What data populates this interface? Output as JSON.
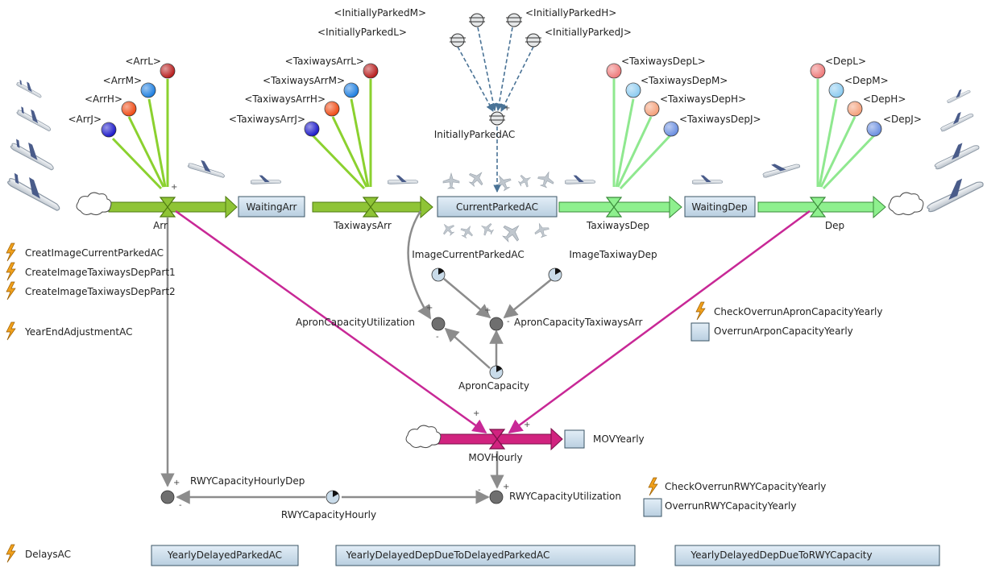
{
  "colors": {
    "arr_flow": "#8fc436",
    "dep_flow": "#8ef08e",
    "mov_flow": "#d1237f",
    "stock_fill": "#c9dbe9",
    "stock_border": "#3b5566",
    "aux_gray": "#6f6f6f",
    "link_gray": "#8c8c8c",
    "link_magenta": "#c82896",
    "link_arr_green": "#8bd12f",
    "link_dep_green": "#8fe88f",
    "shadow_dashed": "#4a7396",
    "dark_red": "#b81e1e",
    "blue": "#1f7fe0",
    "orange_red": "#ef4a14",
    "navy_blue": "#1c19c9",
    "light_red": "#ee7a7a",
    "light_blue": "#8ccbf0",
    "salmon": "#f4a07a",
    "cornflower": "#6a8ee0",
    "lightning": "#f0a01c"
  },
  "stocks": {
    "waiting_arr": "WaitingArr",
    "current_parked": "CurrentParkedAC",
    "waiting_dep": "WaitingDep",
    "mov_yearly": "MOVYearly",
    "overrun_apron": "OverrunArponCapacityYearly",
    "overrun_rwy": "OverrunRWYCapacityYearly",
    "yearly_delayed_parked": "YearlyDelayedParkedAC",
    "yearly_delayed_dep_parked": "YearlyDelayedDepDueToDelayedParkedAC",
    "yearly_delayed_dep_rwy": "YearlyDelayedDepDueToRWYCapacity"
  },
  "flows": {
    "arr": "Arr",
    "taxiways_arr": "TaxiwaysArr",
    "taxiways_dep": "TaxiwaysDep",
    "dep": "Dep",
    "mov_hourly": "MOVHourly"
  },
  "shadows": {
    "arr": [
      "<ArrL>",
      "<ArrM>",
      "<ArrH>",
      "<ArrJ>"
    ],
    "taxiways_arr": [
      "<TaxiwaysArrL>",
      "<TaxiwaysArrM>",
      "<TaxiwaysArrH>",
      "<TaxiwaysArrJ>"
    ],
    "initially_parked": [
      "<InitiallyParkedM>",
      "<InitiallyParkedL>",
      "<InitiallyParkedH>",
      "<InitiallyParkedJ>"
    ],
    "taxiways_dep": [
      "<TaxiwaysDepL>",
      "<TaxiwaysDepM>",
      "<TaxiwaysDepH>",
      "<TaxiwaysDepJ>"
    ],
    "dep": [
      "<DepL>",
      "<DepM>",
      "<DepH>",
      "<DepJ>"
    ]
  },
  "variables": {
    "initially_parked_ac": "InitiallyParkedAC",
    "image_current_parked": "ImageCurrentParkedAC",
    "image_taxiway_dep": "ImageTaxiwayDep",
    "apron_capacity_utilization": "ApronCapacityUtilization",
    "apron_capacity_taxiways_arr": "ApronCapacityTaxiwaysArr",
    "apron_capacity": "ApronCapacity",
    "rwy_capacity_hourly_dep": "RWYCapacityHourlyDep",
    "rwy_capacity_hourly": "RWYCapacityHourly",
    "rwy_capacity_utilization": "RWYCapacityUtilization"
  },
  "events": {
    "creat_image_current_parked": "CreatImageCurrentParkedAC",
    "create_image_taxiways_dep_1": "CreateImageTaxiwaysDepPart1",
    "create_image_taxiways_dep_2": "CreateImageTaxiwaysDepPart2",
    "year_end_adjustment": "YearEndAdjustmentAC",
    "check_overrun_apron": "CheckOverrunApronCapacityYearly",
    "check_overrun_rwy": "CheckOverrunRWYCapacityYearly",
    "delays": "DelaysAC"
  },
  "signs": {
    "plus": "+",
    "minus": "-"
  }
}
